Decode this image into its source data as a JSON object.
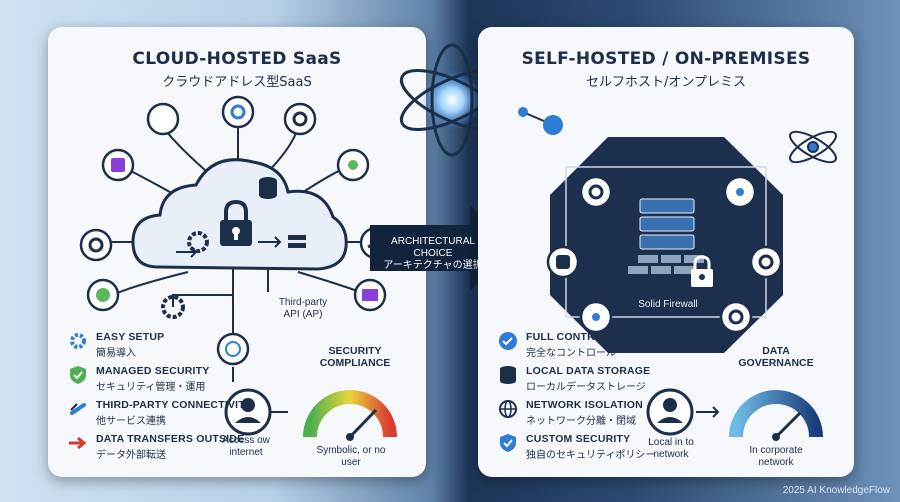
{
  "left": {
    "title": "CLOUD-HOSTED SaaS",
    "subtitle": "クラウドアドレス型SaaS",
    "api_label": "Third-party API (AP)",
    "access_label": "Access ow internet",
    "gauge_title": "SECURITY COMPLIANCE",
    "gauge_caption": "Symbolic, or no user",
    "features": [
      {
        "en": "EASY SETUP",
        "jp": "簡易導入",
        "icon": "gear-icon"
      },
      {
        "en": "MANAGED SECURITY",
        "jp": "セキュリティ管理・運用",
        "icon": "shield-check-icon"
      },
      {
        "en": "THIRD-PARTY CONNECTIVITY",
        "jp": "他サービス連携",
        "icon": "link-icon"
      },
      {
        "en": "DATA TRANSFERS OUTSIDE",
        "jp": "データ外部転送",
        "icon": "arrow-right-icon"
      }
    ]
  },
  "center": {
    "arrow_line1": "ARCHITECTURAL",
    "arrow_line2": "CHOICE",
    "arrow_jp": "アーキテクチャの選択"
  },
  "right": {
    "title": "SELF-HOSTED / ON-PREMISES",
    "subtitle": "セルフホスト/オンプレミス",
    "firewall_label": "Solid Firewall",
    "local_label": "Local in to network",
    "gauge_title": "DATA GOVERNANCE",
    "gauge_caption": "In corporate network",
    "features": [
      {
        "en": "FULL CONTROL",
        "jp": "完全なコントロール",
        "icon": "check-circle-icon"
      },
      {
        "en": "LOCAL DATA STORAGE",
        "jp": "ローカルデータストレージ",
        "icon": "database-icon"
      },
      {
        "en": "NETWORK ISOLATION",
        "jp": "ネットワーク分離・閉域",
        "icon": "globe-icon"
      },
      {
        "en": "CUSTOM SECURITY",
        "jp": "独自のセキュリティポリシー",
        "icon": "shield-check-icon"
      }
    ]
  },
  "footer": "2025 AI KnowledgeFlow",
  "colors": {
    "navy": "#1b2f4a",
    "accent": "#2f7bd6",
    "gauge_red": "#d83a2f",
    "gauge_yellow": "#e9d43a",
    "gauge_green": "#4caf50"
  }
}
